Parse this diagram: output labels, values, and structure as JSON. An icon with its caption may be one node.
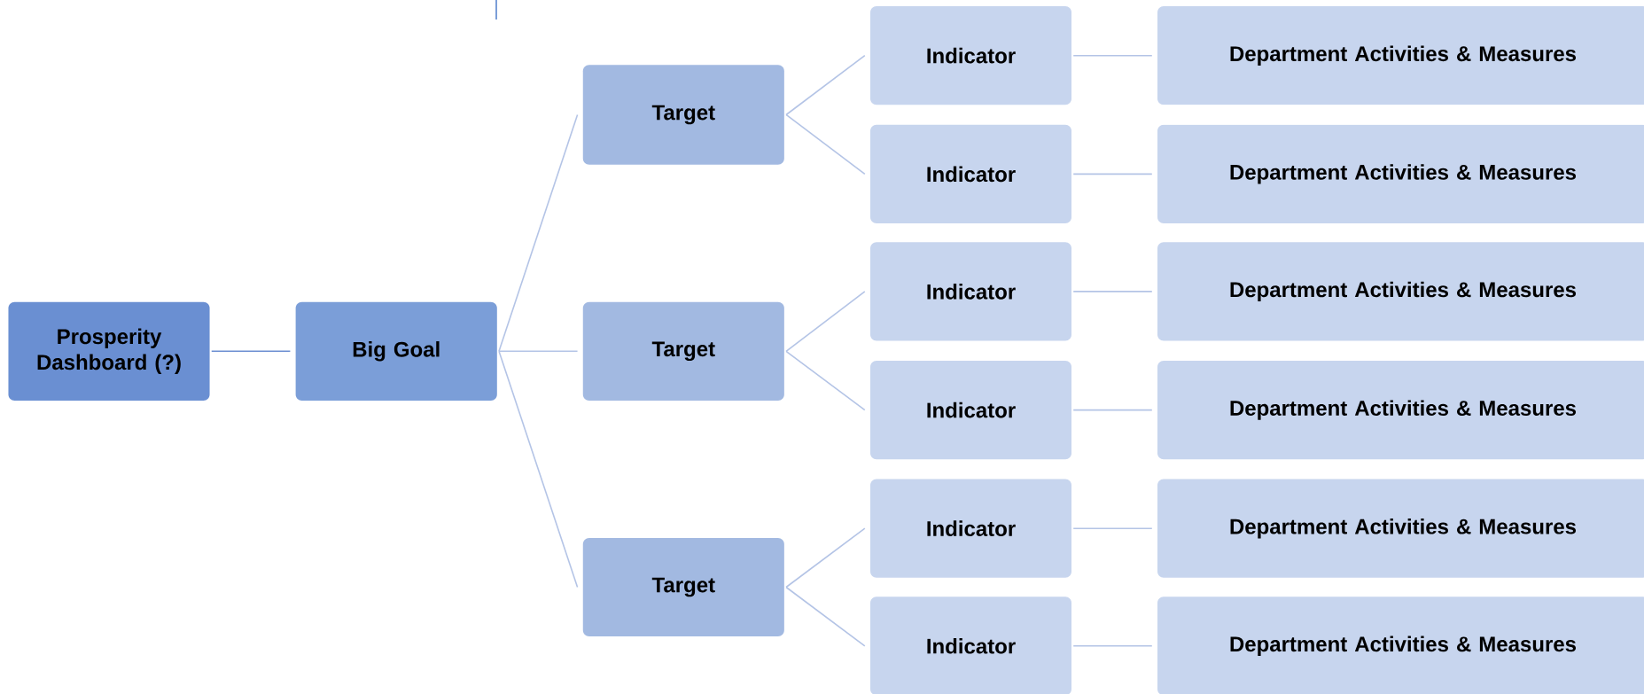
{
  "diagram": {
    "nodes": [
      {
        "text": [
          "Prosperity Dashboard (?)"
        ]
      },
      {
        "text": [
          "Big Goal"
        ]
      },
      {
        "text": [
          "Target"
        ]
      },
      {
        "text": [
          "Target"
        ]
      },
      {
        "text": [
          "Target"
        ]
      },
      {
        "text": [
          "Indicator"
        ]
      },
      {
        "text": [
          "Indicator"
        ]
      },
      {
        "text": [
          "Indicator"
        ]
      },
      {
        "text": [
          "Indicator"
        ]
      },
      {
        "text": [
          "Indicator"
        ]
      },
      {
        "text": [
          "Indicator"
        ]
      },
      {
        "text": [
          "Department Activities & Measures"
        ]
      },
      {
        "text": [
          "Department Activities & Measures"
        ]
      },
      {
        "text": [
          "Department Activities & Measures"
        ]
      },
      {
        "text": [
          "Department Activities & Measures"
        ]
      },
      {
        "text": [
          "Department Activities & Measures"
        ]
      },
      {
        "text": [
          "Department Activities & Measures"
        ]
      }
    ],
    "edges": [
      {
        "from": 0,
        "to": 1,
        "arrow": "none",
        "color": "#6d8fd2"
      },
      {
        "from": 1,
        "to": 2,
        "arrow": "none"
      },
      {
        "from": 1,
        "to": 3,
        "arrow": "none"
      },
      {
        "from": 1,
        "to": 4,
        "arrow": "none"
      },
      {
        "from": 2,
        "to": 5,
        "arrow": "none"
      },
      {
        "from": 2,
        "to": 6,
        "arrow": "none"
      },
      {
        "from": 3,
        "to": 7,
        "arrow": "none"
      },
      {
        "from": 3,
        "to": 8,
        "arrow": "none"
      },
      {
        "from": 4,
        "to": 9,
        "arrow": "none"
      },
      {
        "from": 4,
        "to": 10,
        "arrow": "none"
      },
      {
        "from": 5,
        "to": 11,
        "arrow": "none"
      },
      {
        "from": 6,
        "to": 12,
        "arrow": "none"
      },
      {
        "from": 7,
        "to": 13,
        "arrow": "none"
      },
      {
        "from": 8,
        "to": 14,
        "arrow": "none"
      },
      {
        "from": 9,
        "to": 15,
        "arrow": "none"
      },
      {
        "from": 10,
        "to": 16,
        "arrow": "none"
      }
    ]
  }
}
